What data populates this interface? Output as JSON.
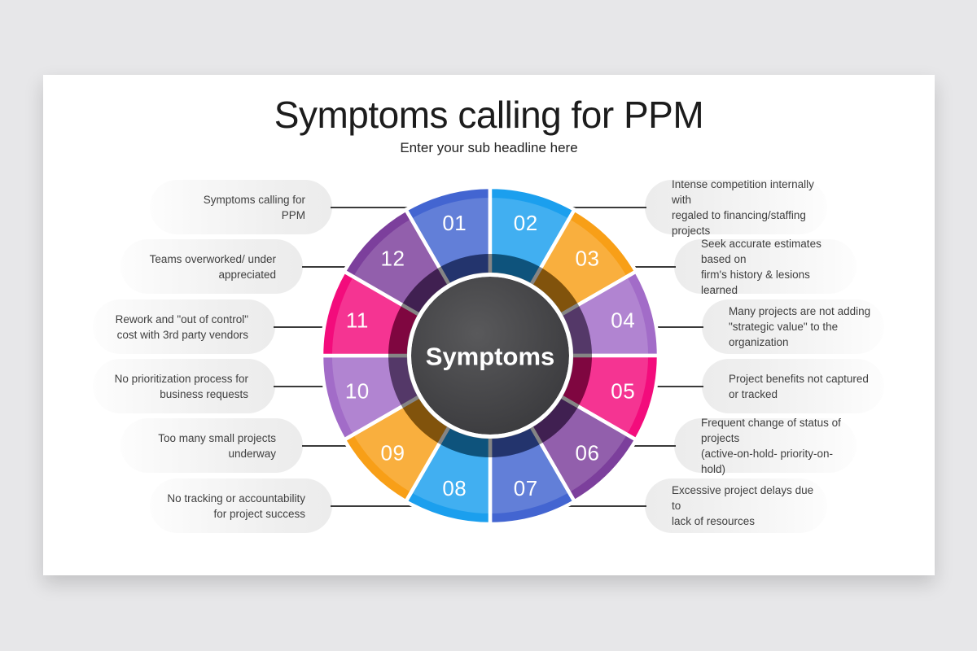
{
  "header": {
    "title": "Symptoms calling for PPM",
    "subtitle": "Enter your sub headline here"
  },
  "wheel": {
    "center_label": "Symptoms",
    "segments": [
      {
        "number": "01",
        "color": "#4365d1"
      },
      {
        "number": "02",
        "color": "#1b9fee"
      },
      {
        "number": "03",
        "color": "#f89f17"
      },
      {
        "number": "04",
        "color": "#a26cc8"
      },
      {
        "number": "05",
        "color": "#f30c7c"
      },
      {
        "number": "06",
        "color": "#7c3f9c"
      },
      {
        "number": "07",
        "color": "#4365d1"
      },
      {
        "number": "08",
        "color": "#1b9fee"
      },
      {
        "number": "09",
        "color": "#f89f17"
      },
      {
        "number": "10",
        "color": "#a26cc8"
      },
      {
        "number": "11",
        "color": "#f30c7c"
      },
      {
        "number": "12",
        "color": "#7c3f9c"
      }
    ]
  },
  "left_items": [
    {
      "line1": "Symptoms calling for",
      "line2": "PPM"
    },
    {
      "line1": "Teams overworked/ under",
      "line2": "appreciated"
    },
    {
      "line1": "Rework and \"out of control\"",
      "line2": "cost with 3rd party vendors"
    },
    {
      "line1": "No prioritization process for",
      "line2": "business requests"
    },
    {
      "line1": "Too many small projects",
      "line2": "underway"
    },
    {
      "line1": "No tracking or accountability",
      "line2": "for project success"
    }
  ],
  "right_items": [
    {
      "line1": "Intense competition internally with",
      "line2": "regaled to financing/staffing projects"
    },
    {
      "line1": "Seek accurate estimates based on",
      "line2": "firm's history & lesions learned"
    },
    {
      "line1": "Many projects are not adding",
      "line2": "\"strategic value\" to the organization"
    },
    {
      "line1": "Project benefits not captured",
      "line2": "or tracked"
    },
    {
      "line1": "Frequent change of status of projects",
      "line2": "(active-on-hold- priority-on-hold)"
    },
    {
      "line1": "Excessive project delays due to",
      "line2": "lack of resources"
    }
  ],
  "colors": {
    "page_background": "#e7e7e9",
    "card_background": "#ffffff",
    "center_circle": "#424244",
    "connector_line": "#3a3a3a",
    "pill_text": "#3f3f3f"
  }
}
